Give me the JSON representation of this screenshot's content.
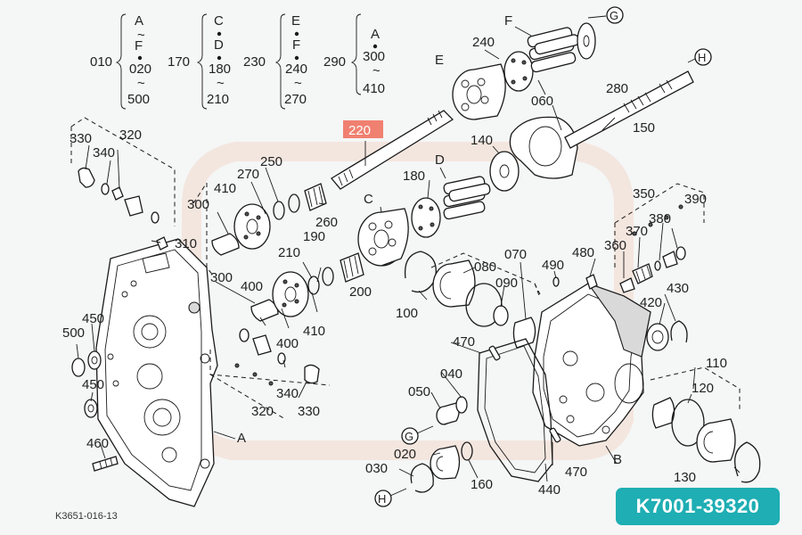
{
  "part_number": "K7001-39320",
  "diagram_code": "K3651-016-13",
  "highlighted_label": "220",
  "legend": [
    {
      "number": "010",
      "range_top": "A",
      "range_top2": "F",
      "range_mid": "020",
      "range_bottom": "500"
    },
    {
      "number": "170",
      "range_top": "C",
      "range_top2": "D",
      "range_mid": "180",
      "range_bottom": "210"
    },
    {
      "number": "230",
      "range_top": "E",
      "range_top2": "F",
      "range_mid": "240",
      "range_bottom": "270"
    },
    {
      "number": "290",
      "range_top": "A",
      "range_top2": "300",
      "range_mid": "",
      "range_bottom": "410"
    }
  ],
  "labels": {
    "l330a": "330",
    "l340a": "340",
    "l320a": "320",
    "l250": "250",
    "l270": "270",
    "l410a": "410",
    "l300a": "300",
    "l260": "260",
    "l310": "310",
    "l400a": "400",
    "l210": "210",
    "l190": "190",
    "l200": "200",
    "l300b": "300",
    "l400b": "400",
    "l410b": "410",
    "l340b": "340",
    "l320b": "320",
    "l330b": "330",
    "l450a": "450",
    "l500": "500",
    "l450b": "450",
    "l460": "460",
    "lA_bottom": "A",
    "l220": "220",
    "l240": "240",
    "l280": "280",
    "l060": "060",
    "l150": "150",
    "l140": "140",
    "l180": "180",
    "lD": "D",
    "lC": "C",
    "lE": "E",
    "lF": "F",
    "l070": "070",
    "l080": "080",
    "l090": "090",
    "l100": "100",
    "l480": "480",
    "l490": "490",
    "l350": "350",
    "l390": "390",
    "l370": "370",
    "l380": "380",
    "l360": "360",
    "l430": "430",
    "l420": "420",
    "l470a": "470",
    "l040": "040",
    "l050": "050",
    "l020": "020",
    "l030": "030",
    "l160": "160",
    "l440": "440",
    "l470b": "470",
    "lB": "B",
    "l110": "110",
    "l120": "120",
    "l130": "130",
    "cG_top": "G",
    "cH_top": "H",
    "cG_bot": "G",
    "cH_bot": "H"
  }
}
